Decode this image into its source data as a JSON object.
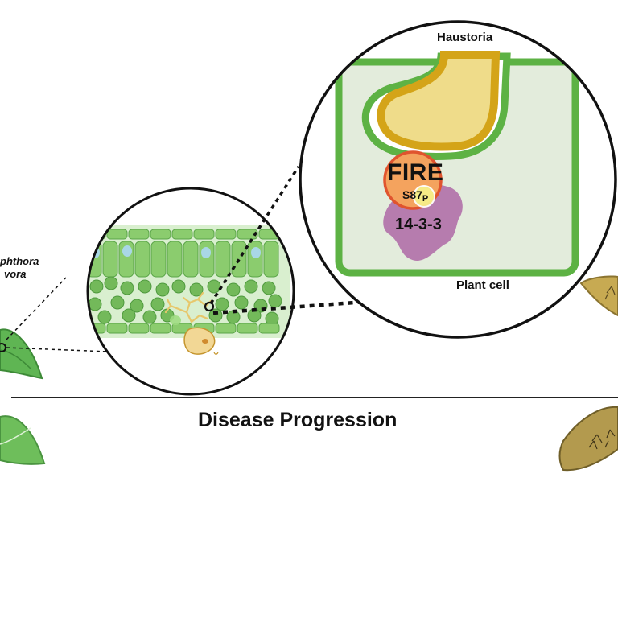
{
  "labels": {
    "haustoria": "Haustoria",
    "plant_cell": "Plant cell",
    "fire": "FIRE",
    "s87": "S87",
    "phospho": "P",
    "protein_14_3_3": "14-3-3",
    "pathogen_line1": "phthora",
    "pathogen_line2": "vora",
    "progression": "Disease Progression"
  },
  "colors": {
    "cell_wall": "#5db244",
    "cytoplasm": "#e3ecdc",
    "haustorium_fill": "#efdc8a",
    "haustorium_edge": "#d4a418",
    "fire_fill": "#f4a35e",
    "fire_edge": "#e0542e",
    "protein_14_3_3": "#b67cae",
    "healthy_leaf": "#6ebe5b",
    "diseased_leaf": "#b39a4e",
    "mesophyll": "#8bcc6e",
    "cell_dark": "#5aa448"
  }
}
